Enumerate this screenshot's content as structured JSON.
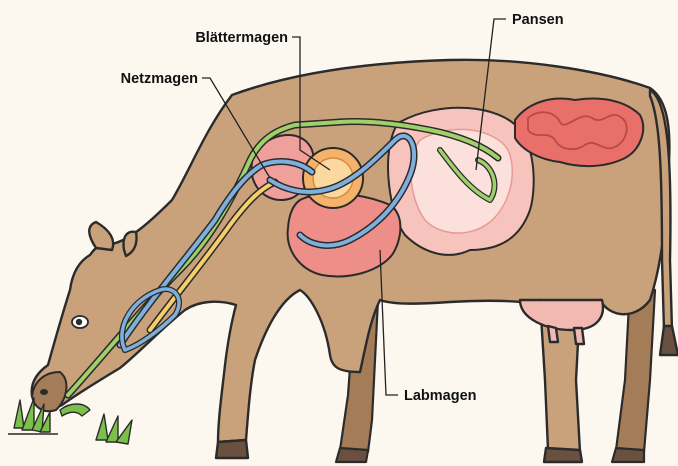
{
  "labels": {
    "netzmagen": "Netzmagen",
    "blaettermagen": "Blättermagen",
    "pansen": "Pansen",
    "labmagen": "Labmagen"
  },
  "colors": {
    "background": "#fcf8f0",
    "cow_body": "#c9a27c",
    "cow_shadow": "#a47d58",
    "hoof": "#6a5040",
    "udder": "#f2b9b2",
    "rumen": "#f6c3bd",
    "rumen_inner": "#fbe0dc",
    "reticulum": "#f0a09a",
    "abomasum": "#ee8e88",
    "omasum": "#f5b26a",
    "intestine": "#e9706a",
    "flow_green": "#9fd06a",
    "flow_blue": "#7fb0dd",
    "flow_yellow": "#f6cf6a",
    "grass": "#7cc04c"
  },
  "icons": [
    "cow-illustration",
    "grass-icon"
  ]
}
